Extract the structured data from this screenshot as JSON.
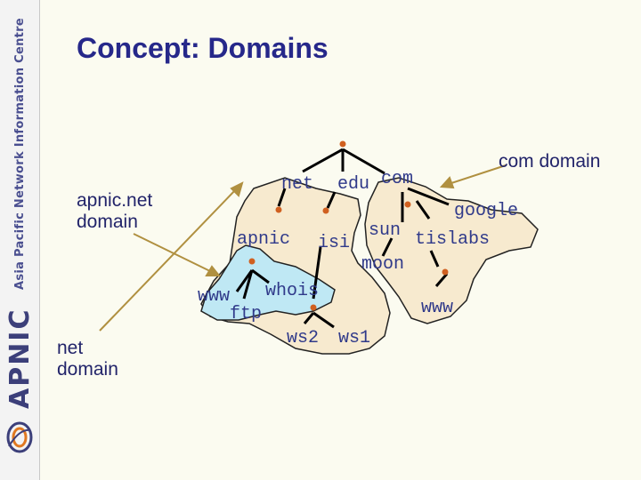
{
  "sidebar": {
    "organization": "Asia Pacific Network Information Centre",
    "brand": "APNIC"
  },
  "slide": {
    "title": "Concept: Domains"
  },
  "labels": {
    "apnic_net_domain_line1": "apnic.net",
    "apnic_net_domain_line2": "domain",
    "net_domain_line1": "net",
    "net_domain_line2": "domain",
    "com_domain": "com domain"
  },
  "tree_nodes": {
    "net": "net",
    "edu": "edu",
    "com": "com",
    "google": "google",
    "sun": "sun",
    "apnic": "apnic",
    "isi": "isi",
    "tislabs": "tislabs",
    "moon": "moon",
    "whois": "whois",
    "www_apnic": "www",
    "ftp": "ftp",
    "www_tislabs": "www",
    "ws2": "ws2",
    "ws1": "ws1"
  },
  "colors": {
    "title": "#26288a",
    "text": "#22246a",
    "node_text": "#303a8a",
    "dot": "#d06020",
    "arrow": "#b09040",
    "net_region": "#f7eacf",
    "apnic_region": "#bfe8f4",
    "tree_edge": "#000000"
  }
}
